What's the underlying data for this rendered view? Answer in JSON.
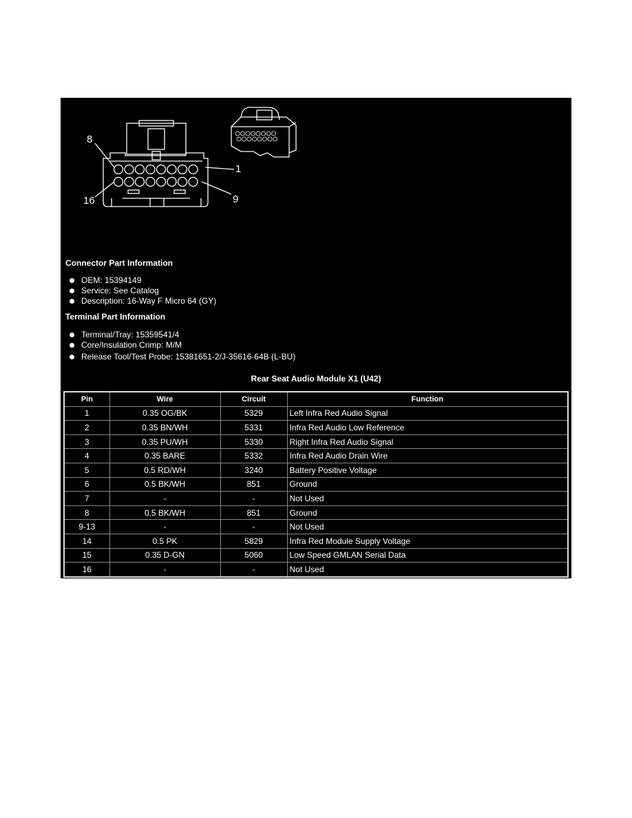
{
  "figure": {
    "labels": [
      "8",
      "1",
      "16",
      "9"
    ]
  },
  "connector_info": {
    "heading": "Connector Part Information",
    "items": [
      "OEM: 15394149",
      "Service: See Catalog",
      "Description: 16-Way F Micro 64 (GY)"
    ]
  },
  "terminal_info": {
    "heading": "Terminal Part Information",
    "items": [
      "Terminal/Tray: 15359541/4",
      "Core/Insulation Crimp: M/M",
      "Release Tool/Test Probe: 15381651-2/J-35616-64B (L-BU)"
    ]
  },
  "table": {
    "title": "Rear Seat Audio Module X1 (U42)",
    "headers": [
      "Pin",
      "Wire",
      "Circuit",
      "Function"
    ],
    "rows": [
      [
        "1",
        "0.35 OG/BK",
        "5329",
        "Left Infra Red Audio Signal"
      ],
      [
        "2",
        "0.35 BN/WH",
        "5331",
        "Infra Red Audio Low Reference"
      ],
      [
        "3",
        "0.35 PU/WH",
        "5330",
        "Right Infra Red Audio Signal"
      ],
      [
        "4",
        "0.35 BARE",
        "5332",
        "Infra Red Audio Drain Wire"
      ],
      [
        "5",
        "0.5 RD/WH",
        "3240",
        "Battery Positive Voltage"
      ],
      [
        "6",
        "0.5 BK/WH",
        "851",
        "Ground"
      ],
      [
        "7",
        "-",
        "-",
        "Not Used"
      ],
      [
        "8",
        "0.5 BK/WH",
        "851",
        "Ground"
      ],
      [
        "9-13",
        "-",
        "-",
        "Not Used"
      ],
      [
        "14",
        "0.5 PK",
        "5829",
        "Infra Red Module Supply Voltage"
      ],
      [
        "15",
        "0.35 D-GN",
        "5060",
        "Low Speed GMLAN Serial Data"
      ],
      [
        "16",
        "-",
        "-",
        "Not Used"
      ]
    ]
  }
}
